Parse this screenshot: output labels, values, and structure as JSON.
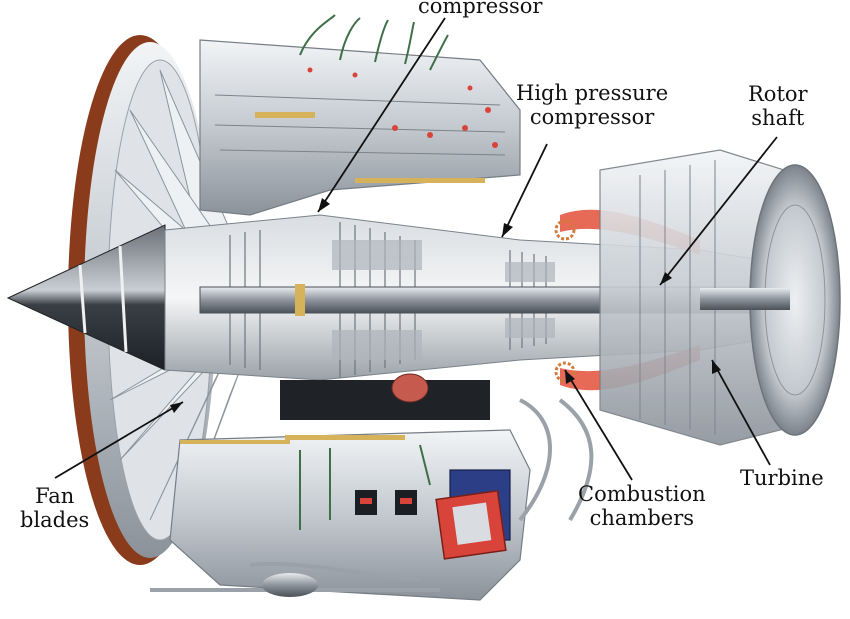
{
  "labels": {
    "low_pressure": "compressor",
    "high_pressure_l1": "High pressure",
    "high_pressure_l2": "compressor",
    "rotor_l1": "Rotor",
    "rotor_l2": "shaft",
    "fan_l1": "Fan",
    "fan_l2": "blades",
    "combustion_l1": "Combustion",
    "combustion_l2": "chambers",
    "turbine": "Turbine"
  },
  "colors": {
    "metal_light": "#e6e9ec",
    "metal_mid": "#b8bec6",
    "metal_dark": "#5d636b",
    "copper": "#b8562a",
    "gold": "#d6b35a",
    "hot": "#e3503a",
    "red_box": "#d8433a",
    "blue_box": "#2c3f86"
  }
}
